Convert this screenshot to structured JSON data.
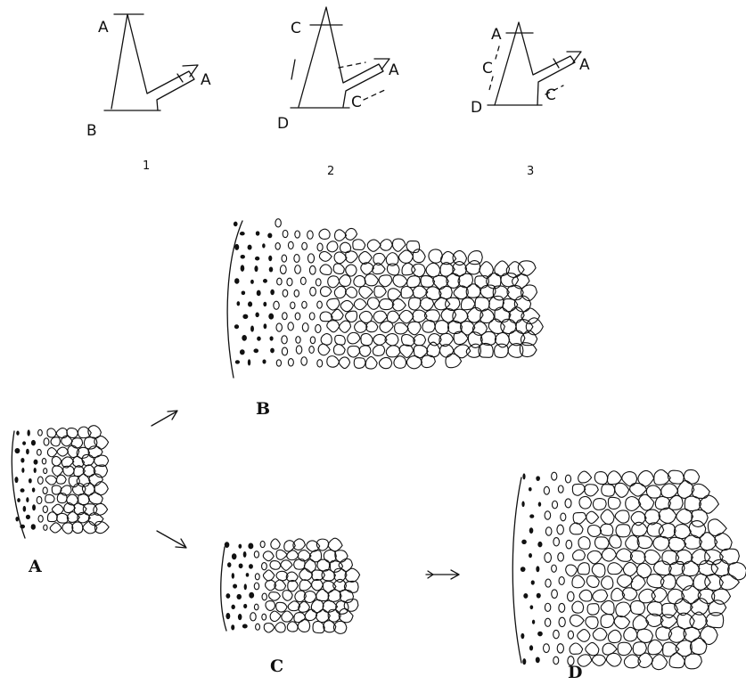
{
  "sketches": [
    {
      "number": "1",
      "labels": {
        "top": "A",
        "side": "A",
        "base": "B"
      }
    },
    {
      "number": "2",
      "labels": {
        "top": "C",
        "side_arrow": "A",
        "side_cut": "C",
        "base": "D"
      }
    },
    {
      "number": "3",
      "labels": {
        "top": "A",
        "mid": "C",
        "side_arrow": "A",
        "side_cut": "C",
        "base": "D"
      }
    }
  ],
  "panels": {
    "a": "A",
    "b": "B",
    "c": "C",
    "d": "D"
  }
}
